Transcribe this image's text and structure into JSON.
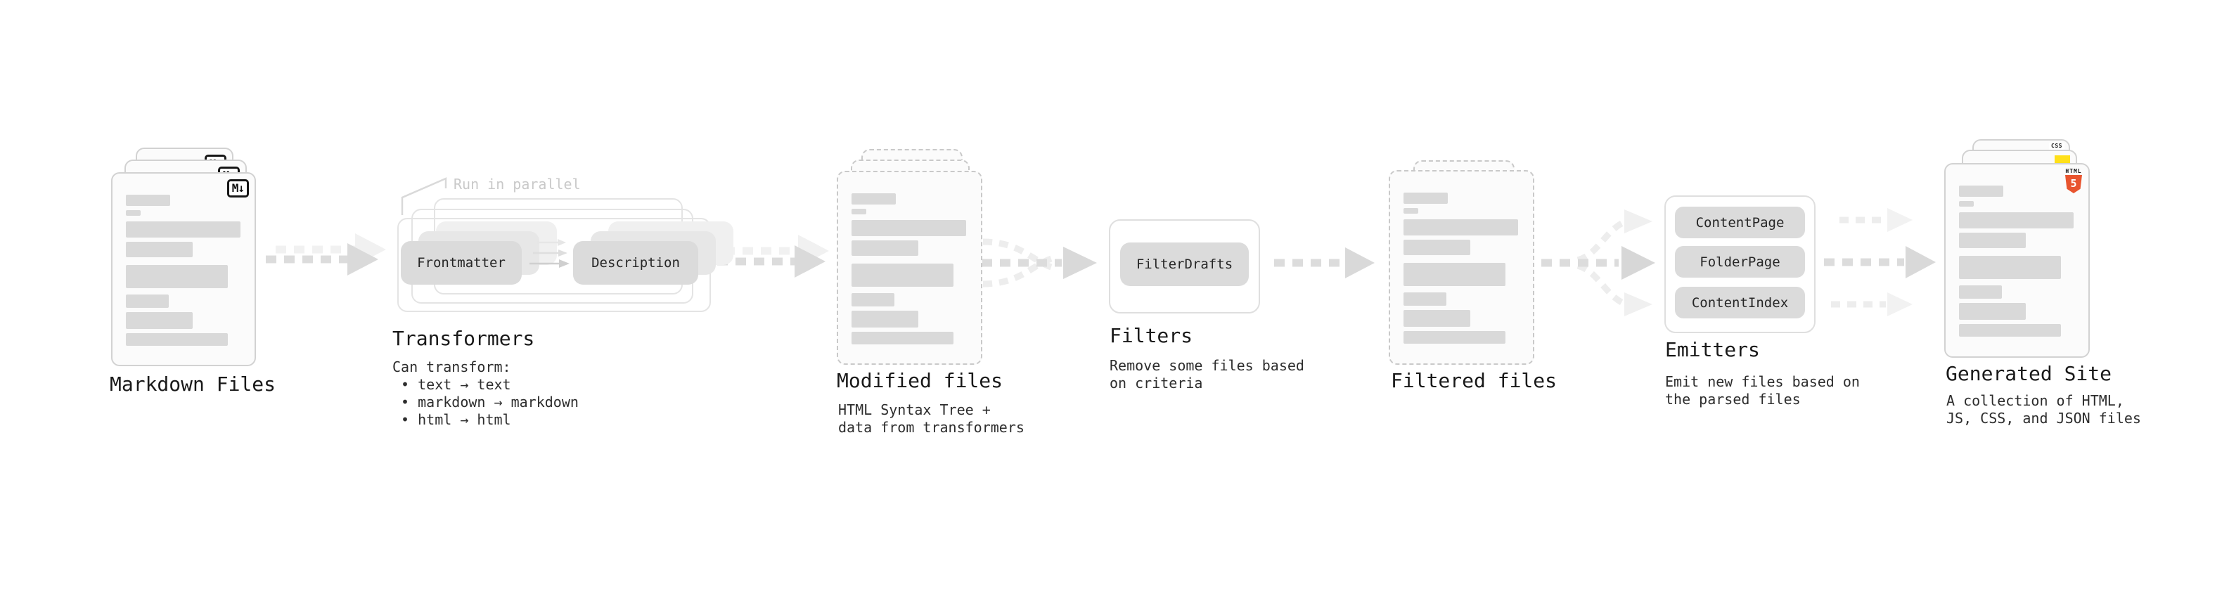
{
  "stages": {
    "markdown": {
      "title": "Markdown Files",
      "badge": "M↓"
    },
    "transformers": {
      "title": "Transformers",
      "annotation": "Run in parallel",
      "chips": {
        "from": "Frontmatter",
        "to": "Description"
      },
      "description": [
        "Can transform:",
        " • text → text",
        " • markdown → markdown",
        " • html → html"
      ]
    },
    "modified": {
      "title": "Modified files",
      "description": [
        "HTML Syntax Tree +",
        "data from transformers"
      ]
    },
    "filters": {
      "title": "Filters",
      "chips": {
        "main": "FilterDrafts"
      },
      "description": [
        "Remove some files based",
        "on criteria"
      ]
    },
    "filtered": {
      "title": "Filtered files"
    },
    "emitters": {
      "title": "Emitters",
      "chips": {
        "c1": "ContentPage",
        "c2": "FolderPage",
        "c3": "ContentIndex"
      },
      "description": [
        "Emit new files based on",
        "the parsed files"
      ]
    },
    "generated": {
      "title": "Generated Site",
      "description": [
        "A collection of HTML,",
        "JS, CSS, and JSON files"
      ],
      "badges": {
        "css": "CSS",
        "html_word": "HTML",
        "html_number": "5"
      }
    }
  },
  "colors": {
    "css_blue": "#2f5be7",
    "js_yellow": "#ffe01a",
    "html_orange": "#e8542e",
    "chip_gray": "#dbdbdb"
  }
}
